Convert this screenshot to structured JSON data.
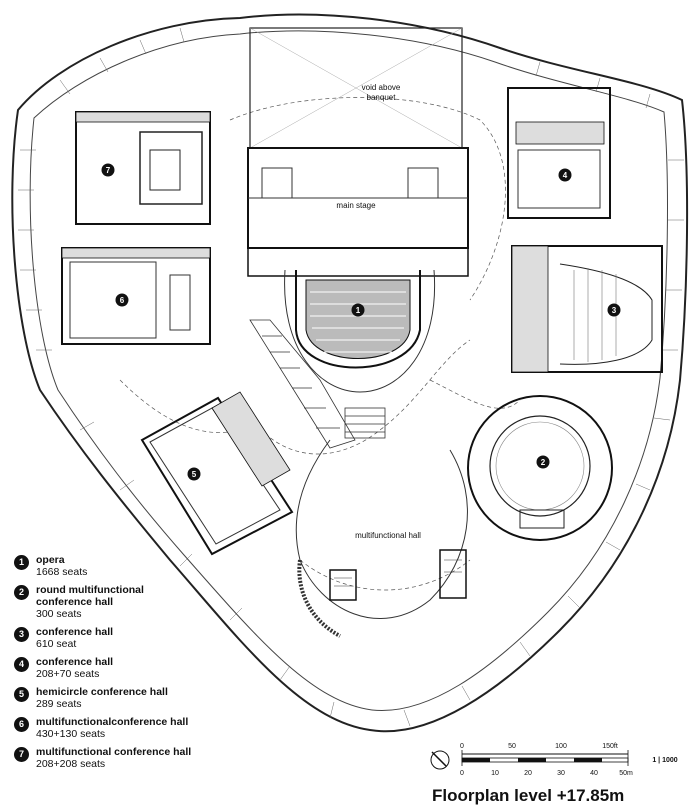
{
  "labels": {
    "void": [
      "void above",
      "banquet"
    ],
    "main_stage": "main stage",
    "multifunctional_hall": "multifunctional hall"
  },
  "legend": [
    {
      "num": "1",
      "name": [
        "opera"
      ],
      "seats": "1668 seats"
    },
    {
      "num": "2",
      "name": [
        "round multifunctional",
        "conference hall"
      ],
      "seats": "300 seats"
    },
    {
      "num": "3",
      "name": [
        "conference hall"
      ],
      "seats": "610 seat"
    },
    {
      "num": "4",
      "name": [
        "conference hall"
      ],
      "seats": "208+70 seats"
    },
    {
      "num": "5",
      "name": [
        "hemicircle conference hall"
      ],
      "seats": "289 seats"
    },
    {
      "num": "6",
      "name": [
        "multifunctionalconference hall"
      ],
      "seats": "430+130 seats"
    },
    {
      "num": "7",
      "name": [
        "multifunctional conference hall"
      ],
      "seats": "208+208 seats"
    }
  ],
  "scale": {
    "ft_ticks": [
      "0",
      "50",
      "100",
      "150ft"
    ],
    "m_ticks": [
      "0",
      "10",
      "20",
      "30",
      "40",
      "50m"
    ],
    "ratio": "1 | 1000"
  },
  "title": "Floorplan level +17.85m"
}
